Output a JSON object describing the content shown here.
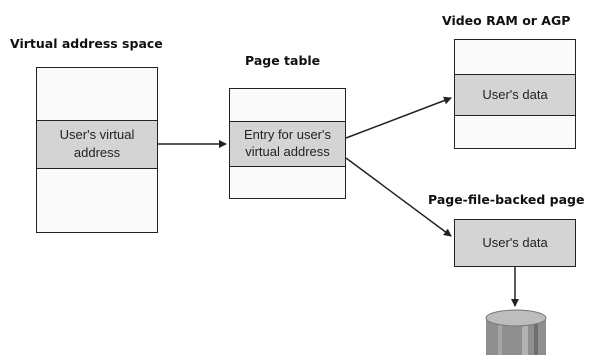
{
  "virtual_address_space": {
    "title": "Virtual address space",
    "entry_line1": "User's virtual",
    "entry_line2": "address"
  },
  "page_table": {
    "title": "Page table",
    "entry_line1": "Entry for user's",
    "entry_line2": "virtual address"
  },
  "video_ram": {
    "title": "Video RAM or AGP",
    "entry": "User's data"
  },
  "page_file_page": {
    "title": "Page-file-backed page",
    "entry": "User's data"
  },
  "colors": {
    "shaded_cell": "#d4d4d4",
    "line": "#222222",
    "disk_body": "#8f8f8f",
    "disk_top": "#bdbdbd"
  },
  "icons": [
    "disk-icon"
  ]
}
